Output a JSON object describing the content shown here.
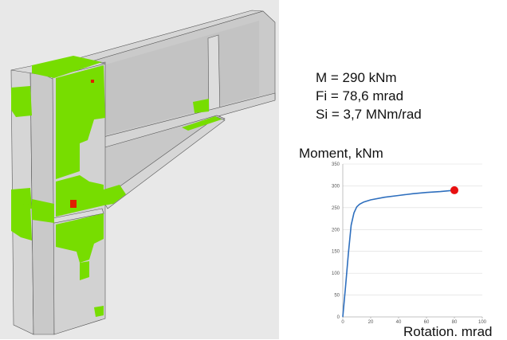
{
  "results": {
    "moment": "M = 290 kNm",
    "rotation": "Fi = 78,6 mrad",
    "stiffness": "Si = 3,7 MNm/rad"
  },
  "colors": {
    "background": "#e8e8e8",
    "steel": "#cfcfcf",
    "yield": "#77dd00",
    "max_strain": "#e02000",
    "curve": "#2e6fbe",
    "marker": "#e81010"
  },
  "chart_data": {
    "type": "line",
    "title": "Moment, kNm",
    "xlabel": "Rotation. mrad",
    "ylabel": "",
    "xlim": [
      0,
      100
    ],
    "ylim": [
      0,
      350
    ],
    "xticks": [
      0,
      20,
      40,
      60,
      80,
      100
    ],
    "yticks": [
      0,
      50,
      100,
      150,
      200,
      250,
      300,
      350
    ],
    "grid": "horizontal",
    "series": [
      {
        "x": [
          0,
          2,
          4,
          6,
          8,
          10,
          12,
          15,
          20,
          30,
          40,
          50,
          60,
          70,
          80
        ],
        "y": [
          0,
          70,
          145,
          210,
          238,
          252,
          258,
          263,
          268,
          274,
          278,
          282,
          285,
          287,
          290
        ]
      }
    ],
    "marker_point": {
      "x": 80,
      "y": 290
    }
  }
}
